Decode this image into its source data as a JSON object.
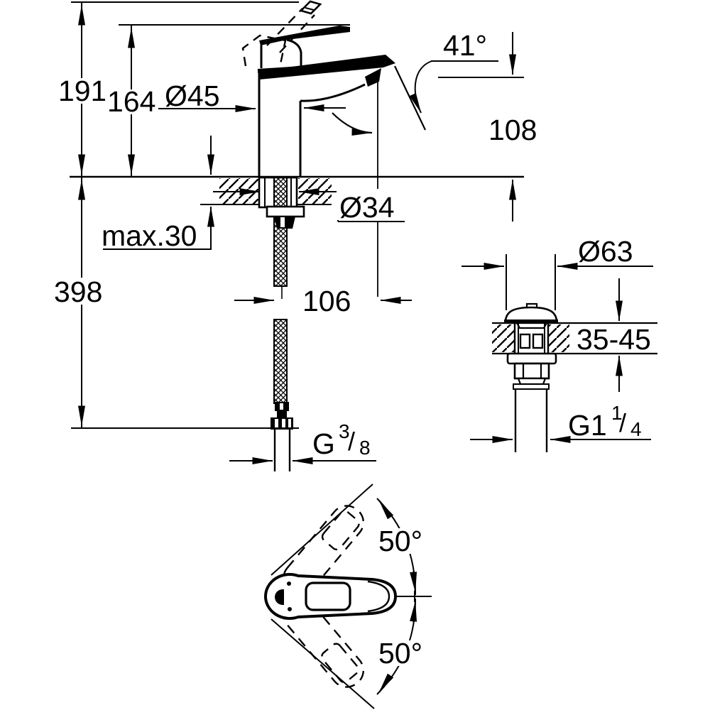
{
  "drawing": {
    "title": "faucet-technical-dimension-drawing",
    "colors": {
      "line": "#000000",
      "background": "#ffffff"
    },
    "labels": {
      "height_total": "191",
      "height_handle_closed": "164",
      "body_diameter": "Ø45",
      "spout_angle": "41°",
      "spout_height": "108",
      "deck_hole_diameter": "Ø34",
      "deck_thickness_max": "max.30",
      "hose_length": "398",
      "spout_reach": "106",
      "waste_cap_diameter": "Ø63",
      "waste_deck_thickness": "35-45",
      "waste_thread_main": "G1",
      "waste_thread_sup": "1",
      "waste_thread_slash": "/",
      "waste_thread_sub": "4",
      "hose_thread_main": "G",
      "hose_thread_sup": "3",
      "hose_thread_slash": "/",
      "hose_thread_sub": "8",
      "swivel_angle_top": "50°",
      "swivel_angle_bottom": "50°"
    }
  }
}
